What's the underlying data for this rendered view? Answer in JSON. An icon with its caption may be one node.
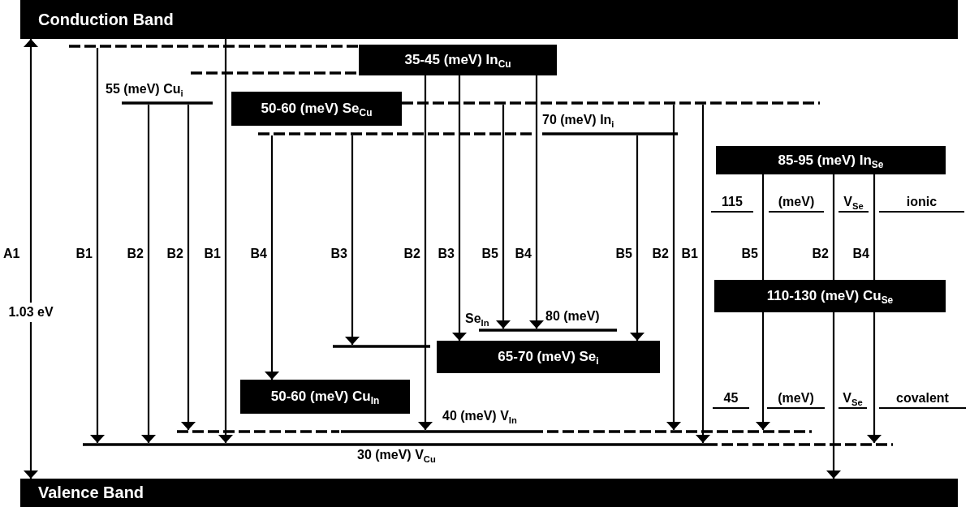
{
  "diagram": {
    "nodes": [
      {
        "text": [
          "Conduction Band"
        ]
      },
      {
        "text": [],
        "shape": "bar"
      },
      {
        "text": [
          "35-45 (meV) In$_{Cu}$"
        ]
      },
      {
        "text": [],
        "shape": "bar"
      },
      {
        "text": [],
        "shape": "bar",
        "beside": [
          "55 (meV) Cu$_{i}$"
        ]
      },
      {
        "text": [
          "50-60 (meV) Se$_{Cu}$"
        ]
      },
      {
        "text": [],
        "shape": "bar"
      },
      {
        "text": [],
        "shape": "bar"
      },
      {
        "text": [],
        "shape": "bar",
        "beside": [
          "70 (meV) In$_{i}$"
        ]
      },
      {
        "text": [
          "85-95 (meV) In$_{Se}$"
        ]
      },
      {
        "text": [
          "115",
          "(meV)",
          "V$_{Se}$",
          "ionic"
        ]
      },
      {
        "text": [
          "110-130 (meV) Cu$_{Se}$"
        ]
      },
      {
        "text": [],
        "shape": "bar",
        "beside": [
          "Se$_{In}$",
          "80 (meV)"
        ]
      },
      {
        "text": [],
        "shape": "bar"
      },
      {
        "text": [
          "65-70 (meV) Se$_{i}$"
        ]
      },
      {
        "text": [
          "50-60 (meV) Cu$_{In}$"
        ]
      },
      {
        "text": [
          "45",
          "(meV)",
          "V$_{Se}$",
          "covalent"
        ]
      },
      {
        "text": [],
        "shape": "bar",
        "beside": [
          "40 (meV) V$_{In}$"
        ]
      },
      {
        "text": [],
        "shape": "bar",
        "beside": [
          "30 (meV) V$_{Cu}$"
        ]
      },
      {
        "text": [
          "Valence Band"
        ]
      }
    ],
    "edges": [
      {
        "from": 0,
        "to": 19,
        "arrow": "both",
        "label": "1.03 eV"
      },
      {
        "from": 1,
        "to": 18,
        "arrow": "to",
        "label": "B1"
      },
      {
        "from": 4,
        "to": 18,
        "arrow": "to",
        "label": "B2"
      },
      {
        "from": 4,
        "to": 17,
        "arrow": "to",
        "label": "B2"
      },
      {
        "from": 0,
        "to": 18,
        "arrow": "to",
        "label": "B1"
      },
      {
        "from": 7,
        "to": 15,
        "arrow": "to",
        "label": "B4"
      },
      {
        "from": 7,
        "to": 13,
        "arrow": "to",
        "label": "B3"
      },
      {
        "from": 2,
        "to": 17,
        "arrow": "to",
        "label": "B2"
      },
      {
        "from": 2,
        "to": 14,
        "arrow": "to",
        "label": "B3"
      },
      {
        "from": 6,
        "to": 12,
        "arrow": "to",
        "label": "B5"
      },
      {
        "from": 2,
        "to": 12,
        "arrow": "to",
        "label": "B4"
      },
      {
        "from": 8,
        "to": 14,
        "arrow": "to",
        "label": "B5"
      },
      {
        "from": 6,
        "to": 17,
        "arrow": "to",
        "label": "B2"
      },
      {
        "from": 6,
        "to": 18,
        "arrow": "to",
        "label": "B1"
      },
      {
        "from": 9,
        "to": 11,
        "arrow": "none",
        "label": "B5"
      },
      {
        "from": 9,
        "to": 11,
        "arrow": "none",
        "label": "B2"
      },
      {
        "from": 9,
        "to": 11,
        "arrow": "none",
        "label": "B4"
      },
      {
        "from": 11,
        "to": 17,
        "arrow": "to"
      },
      {
        "from": 11,
        "to": 19,
        "arrow": "to"
      },
      {
        "from": 11,
        "to": 18,
        "arrow": "to"
      }
    ],
    "labels": [
      "A1"
    ]
  }
}
